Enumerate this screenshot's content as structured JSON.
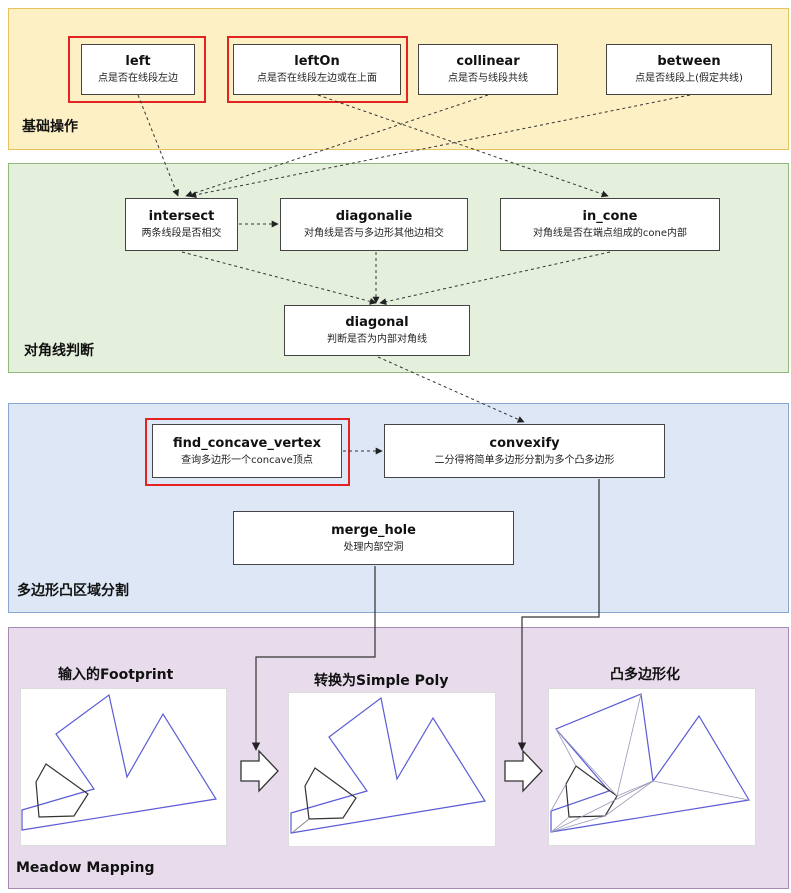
{
  "sections": {
    "basic": {
      "label": "基础操作",
      "bg": "#fdf0c4",
      "border": "#e6c35c"
    },
    "diag": {
      "label": "对角线判断",
      "bg": "#e4f0dc",
      "border": "#93b97f"
    },
    "part": {
      "label": "多边形凸区域分割",
      "bg": "#dde7f6",
      "border": "#8aa6cf"
    },
    "meadow": {
      "label": "Meadow Mapping",
      "bg": "#e8dcec",
      "border": "#a78bb3"
    }
  },
  "nodes": {
    "left": {
      "title": "left",
      "sub": "点是否在线段左边"
    },
    "lefton": {
      "title": "leftOn",
      "sub": "点是否在线段左边或在上面"
    },
    "collinear": {
      "title": "collinear",
      "sub": "点是否与线段共线"
    },
    "between": {
      "title": "between",
      "sub": "点是否线段上(假定共线)"
    },
    "intersect": {
      "title": "intersect",
      "sub": "两条线段是否相交"
    },
    "diagonalie": {
      "title": "diagonalie",
      "sub": "对角线是否与多边形其他边相交"
    },
    "incone": {
      "title": "in_cone",
      "sub": "对角线是否在端点组成的cone内部"
    },
    "diagonal": {
      "title": "diagonal",
      "sub": "判断是否为内部对角线"
    },
    "findconcave": {
      "title": "find_concave_vertex",
      "sub": "查询多边形一个concave顶点"
    },
    "convexify": {
      "title": "convexify",
      "sub": "二分得将简单多边形分割为多个凸多边形"
    },
    "mergehole": {
      "title": "merge_hole",
      "sub": "处理内部空洞"
    }
  },
  "panels": {
    "input": {
      "title": "输入的Footprint"
    },
    "simple": {
      "title": "转换为Simple Poly"
    },
    "convex": {
      "title": "凸多边形化"
    }
  },
  "colors": {
    "highlight": "#e32222",
    "polygon": "#5b5bd6",
    "hole": "#333333",
    "arrow": "#333333"
  }
}
